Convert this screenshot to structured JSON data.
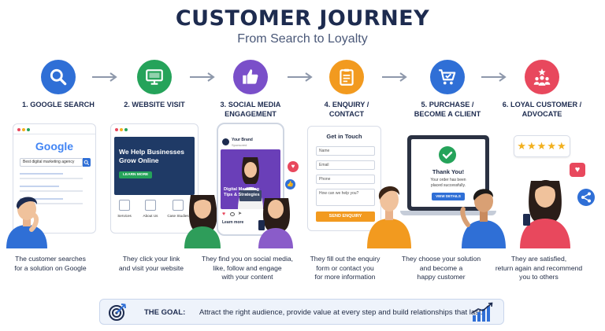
{
  "header": {
    "title": "CUSTOMER JOURNEY",
    "subtitle": "From Search to Loyalty"
  },
  "colors": {
    "step1": "#2f6fd6",
    "step2": "#25a35a",
    "step3": "#7a4fc9",
    "step4": "#f29a1f",
    "step5": "#2f6fd6",
    "step6": "#e8485d",
    "navy": "#1d2b4f"
  },
  "steps": [
    {
      "icon": "search-icon",
      "title_line1": "1. GOOGLE SEARCH",
      "title_line2": "",
      "desc_line1": "The customer searches",
      "desc_line2": "for a solution on Google",
      "desc_line3": ""
    },
    {
      "icon": "monitor-icon",
      "title_line1": "2. WEBSITE VISIT",
      "title_line2": "",
      "desc_line1": "They click your link",
      "desc_line2": "and visit your website",
      "desc_line3": ""
    },
    {
      "icon": "thumbs-up-icon",
      "title_line1": "3. SOCIAL MEDIA",
      "title_line2": "ENGAGEMENT",
      "desc_line1": "They find you on social media,",
      "desc_line2": "like, follow and engage",
      "desc_line3": "with your content"
    },
    {
      "icon": "clipboard-icon",
      "title_line1": "4. ENQUIRY /",
      "title_line2": "CONTACT",
      "desc_line1": "They fill out the enquiry",
      "desc_line2": "form or contact you",
      "desc_line3": "for more information"
    },
    {
      "icon": "cart-check-icon",
      "title_line1": "5. PURCHASE /",
      "title_line2": "BECOME A CLIENT",
      "desc_line1": "They choose your solution",
      "desc_line2": "and become a",
      "desc_line3": "happy customer"
    },
    {
      "icon": "community-icon",
      "title_line1": "6. LOYAL CUSTOMER /",
      "title_line2": "ADVOCATE",
      "desc_line1": "They are satisfied,",
      "desc_line2": "return again and recommend",
      "desc_line3": "you to others"
    }
  ],
  "google": {
    "logo": "Google",
    "query": "Best digital marketing agency"
  },
  "website": {
    "headline_line1": "We Help Businesses",
    "headline_line2": "Grow Online",
    "cta": "LEARN MORE",
    "nav": [
      "Services",
      "About Us",
      "Case Studies"
    ]
  },
  "social": {
    "brand": "Your Brand",
    "sponsored": "Sponsored",
    "post_line1": "Digital Marketing",
    "post_line2": "Tips & Strategies",
    "learn_more": "Learn more"
  },
  "form": {
    "heading": "Get in Touch",
    "fields": [
      "Name",
      "Email",
      "Phone",
      "How can we help you?"
    ],
    "submit": "SEND ENQUIRY"
  },
  "purchase": {
    "thanks": "Thank You!",
    "message_line1": "Your order has been",
    "message_line2": "placed successfully.",
    "button": "VIEW DETAILS"
  },
  "review": {
    "stars": "★★★★★"
  },
  "goal": {
    "label": "THE GOAL:",
    "text": "Attract the right audience, provide value at every step and build relationships that last."
  }
}
